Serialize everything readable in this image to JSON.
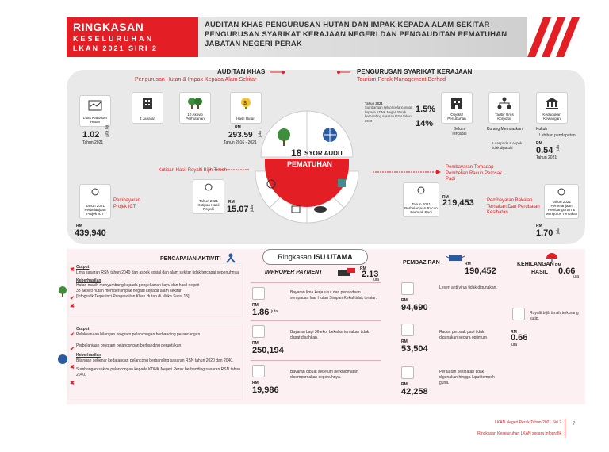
{
  "header": {
    "title": "RINGKASAN",
    "subtitle1": "KESELURUHAN",
    "subtitle2": "LKAN 2021 SIRI 2",
    "main_l1": "AUDITAN KHAS PENGURUSAN HUTAN DAN IMPAK KEPADA ALAM SEKITAR",
    "main_l2": "PENGURUSAN SYARIKAT KERAJAAN NEGERI DAN PENGAUDITAN PEMATUHAN",
    "main_l3": "JABATAN NEGERI PERAK"
  },
  "auditan_khas": {
    "heading": "AUDITAN KHAS",
    "subheading": "Pengurusan Hutan & Impak Kepada Alam Sekitar",
    "box1": "Luas Kawasan Hutan",
    "box1_val": "1.02",
    "box1_unit": "juta ha",
    "box1_year": "Tahun 2021",
    "box2": "3 Jabatan",
    "box3": "10 Aktiviti Perhutanan",
    "box4": "Hasil Hutan",
    "box4_rm": "RM",
    "box4_val": "293.59",
    "box4_unit": "juta",
    "box4_year": "Tahun 2016 - 2021"
  },
  "syarikat": {
    "heading": "PENGURUSAN SYARIKAT KERAJAAN",
    "subheading": "Tourism Perak Management Berhad",
    "note_title": "Tahun 2021",
    "note_body": "Sumbangan sektor pelancongan kepada KDNK Negeri Perak berbanding sasaran RSN tahun 2040",
    "pct1": "1.5%",
    "pct2": "14%",
    "box1": "Objektif Penubuhan",
    "box1_sub": "Belum Tercapai",
    "box2": "Tadbir Urus Korporat",
    "box2_sub": "Kurang Memuaskan",
    "box2_note": "6 daripada 8 aspek tidak dipatuhi",
    "box3": "Kedudukan Kewangan",
    "box3_sub": "Kukuh",
    "box3_note": "Lebihan pendapatan",
    "box3_rm": "RM",
    "box3_val": "0.54",
    "box3_unit": "juta",
    "box3_year": "Tahun 2021"
  },
  "center": {
    "syor": "18",
    "syor_label": "SYOR AUDIT",
    "pematuhan": "PEMATUHAN"
  },
  "pematuhan": {
    "left1": "Kutipan Hasil Royalti Bijih Timah",
    "left1_box_year": "Tahun 2021",
    "left1_box": "Kutipan Hasil Royalti",
    "left1_rm": "RM",
    "left1_val": "15.07",
    "left1_unit": "juta",
    "left2": "Pembayaran Projek ICT",
    "left2_box_year": "Tahun 2021",
    "left2_box": "Perbelanjaan Projek ICT",
    "left2_rm": "RM",
    "left2_val": "439,940",
    "right1": "Pembayaran Terhadap Pembelian Racun Perosak Padi",
    "right1_box_year": "Tahun 2021",
    "right1_box": "Perbelanjaan Racun Perosak Padi",
    "right1_rm": "RM",
    "right1_val": "219,453",
    "right2": "Pembayaran Bekalan Ternakan Dan Perubatan Kesihatan",
    "right2_box_year": "Tahun 2021",
    "right2_box": "Perbelanjaan Pembangunan & Mengurus Ternakan",
    "right2_rm": "RM",
    "right2_val": "1.70",
    "right2_unit": "juta"
  },
  "isu": {
    "title_a": "Ringkasan ",
    "title_b": "ISU UTAMA"
  },
  "aktiviti": {
    "heading": "PENCAPAIAN AKTIVITI",
    "g1_output": "Output",
    "g1_item1": "Lima sasaran RSN tahun 2040 dan aspek sosial dan alam sekitar tidak tercapai sepenuhnya.",
    "g1_hasil": "Keberhasilan",
    "g1_item2": "Hutan masih menyumbang kepada pengeluaran kayu dan hasil negeri",
    "g1_item3": "38 aktiviti hutan memberi impak negatif kepada alam sekitar.",
    "g1_item3b": "[Infografik Terperinci Pengauditan Khas Hutan di Muka Surat 15]",
    "g2_output": "Output",
    "g2_item1": "Pelaksanaan bilangan program pelancongan berbanding perancangan.",
    "g2_item2": "Perbelanjaan program pelancongan berbanding peruntukan.",
    "g2_hasil": "Keberhasilan",
    "g2_item3": "Bilangan sebenar kedatangan pelancong berbanding sasaran RSN tahun 2020 dan 2040.",
    "g2_item4": "Sumbangan sektor pelancongan kepada KDNK Negeri Perak berbanding sasaran RSN tahun 2040."
  },
  "improper": {
    "heading": "IMPROPER PAYMENT",
    "total_rm": "RM",
    "total_val": "2.13",
    "total_unit": "juta",
    "r1_rm": "RM",
    "r1_val": "1.86",
    "r1_unit": "juta",
    "r1_text": "Bayaran lima kerja ukur dan penandaan sempadan luar Hutan Simpan Kekal tidak teratur.",
    "r2_rm": "RM",
    "r2_val": "250,194",
    "r2_text": "Bayaran bagi 36 ekor bekalan ternakan tidak dapat disahkan.",
    "r3_rm": "RM",
    "r3_val": "19,986",
    "r3_text": "Bayaran dibuat sebelum perkhidmatan disempurnakan sepenuhnya."
  },
  "pembaziran": {
    "heading": "PEMBAZIRAN",
    "total_rm": "RM",
    "total_val": "190,452",
    "r1_rm": "RM",
    "r1_val": "94,690",
    "r1_text": "Lesen anti virus tidak digunakan.",
    "r2_rm": "RM",
    "r2_val": "53,504",
    "r2_text": "Racun perosak padi tidak digunakan secara optimum",
    "r3_rm": "RM",
    "r3_val": "42,258",
    "r3_text": "Peralatan kesihatan tidak digunakan hingga luput tempoh guna."
  },
  "kehilangan": {
    "heading1": "KEHILANGAN",
    "heading2": "HASIL",
    "total_rm": "RM",
    "total_val": "0.66",
    "total_unit": "juta",
    "r1_text": "Royalti bijih timah terkurang kutip.",
    "r1_rm": "RM",
    "r1_val": "0.66",
    "r1_unit": "juta"
  },
  "footer": {
    "line1": "LKAN Negeri Perak Tahun 2021 Siri 2",
    "line2": "Ringkasan Keseluruhan LKAN secara Infografik",
    "page": "7"
  },
  "colors": {
    "accent": "#e31e24",
    "panel": "#e9e9e9",
    "pink": "#fdf0f2"
  }
}
